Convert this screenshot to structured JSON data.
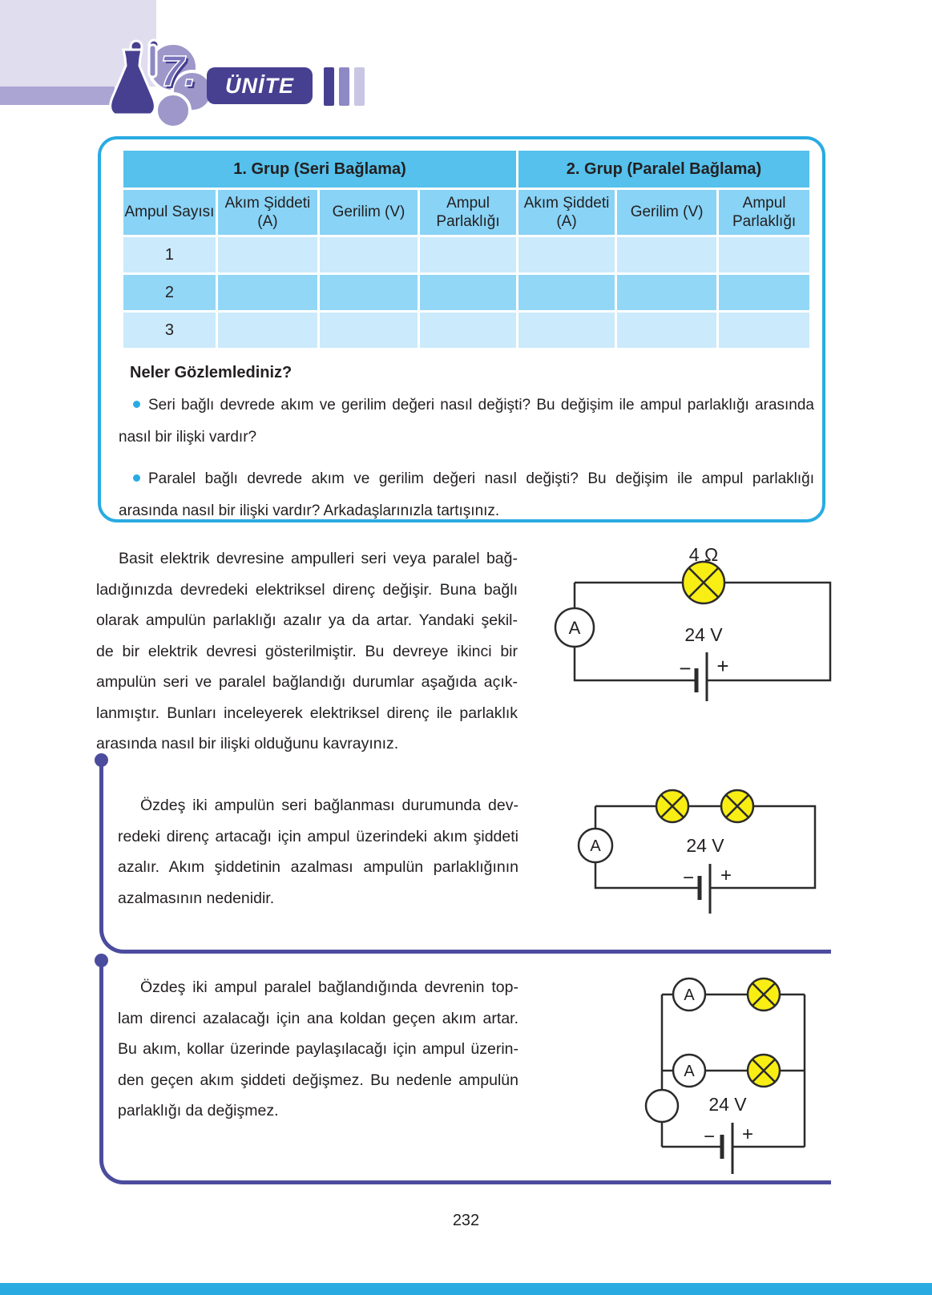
{
  "page": {
    "unit_number": "7.",
    "unit_label": "ÜNİTE",
    "page_number": "232"
  },
  "table": {
    "group_headers": [
      {
        "label": "1. Grup (Seri Bağlama)"
      },
      {
        "label": "2. Grup (Paralel Bağlama)"
      }
    ],
    "column_headers": [
      "Ampul Sayısı",
      "Akım Şiddeti (A)",
      "Gerilim (V)",
      "Ampul Parlaklığı",
      "Akım Şiddeti (A)",
      "Gerilim (V)",
      "Ampul Parlaklığı"
    ],
    "rows": [
      {
        "ampul_sayisi": "1"
      },
      {
        "ampul_sayisi": "2"
      },
      {
        "ampul_sayisi": "3"
      }
    ]
  },
  "observation": {
    "heading": "Neler Gözlemlediniz?",
    "bullets": [
      {
        "line1": "Seri bağlı devrede akım ve gerilim değeri nasıl değişti? Bu değişim ile ampul parlaklığı arasında",
        "line2": "nasıl bir ilişki vardır?"
      },
      {
        "line1": "Paralel bağlı devrede akım ve gerilim değeri nasıl değişti? Bu değişim ile ampul parlaklığı",
        "line2": "arasında nasıl bir ilişki vardır? Arkadaşlarınızla tartışınız."
      }
    ]
  },
  "paragraphs": {
    "intro": {
      "lines": [
        "Basit elektrik devresine ampulleri seri veya paralel bağ-",
        "ladığınızda devredeki elektriksel direnç değişir. Buna bağlı",
        "olarak ampulün parlaklığı azalır ya da artar. Yandaki şekil-",
        "de bir elektrik devresi gösterilmiştir. Bu devreye ikinci bir",
        "ampulün seri ve paralel bağlandığı durumlar aşağıda açık-",
        "lanmıştır. Bunları inceleyerek elektriksel direnç ile parlaklık",
        "arasında nasıl bir ilişki olduğunu kavrayınız."
      ]
    },
    "series": {
      "lines": [
        "Özdeş iki ampulün seri bağlanması durumunda dev-",
        "redeki direnç artacağı için ampul üzerindeki akım şiddeti",
        "azalır. Akım şiddetinin azalması ampulün parlaklığının",
        "azalmasının nedenidir."
      ]
    },
    "parallel": {
      "lines": [
        "Özdeş iki ampul paralel bağlandığında devrenin top-",
        "lam direnci azalacağı için ana koldan geçen akım artar.",
        "Bu akım, kollar üzerinde paylaşılacağı için ampul üzerin-",
        "den geçen akım şiddeti değişmez. Bu nedenle ampulün",
        "parlaklığı da değişmez."
      ]
    }
  },
  "circuits": {
    "single": {
      "resistance": "4 Ω",
      "voltage": "24 V",
      "ammeter": "A",
      "minus": "−",
      "plus": "+"
    },
    "series": {
      "voltage": "24 V",
      "ammeter": "A",
      "minus": "−",
      "plus": "+"
    },
    "parallel": {
      "voltage": "24 V",
      "ammeter_top": "A",
      "ammeter_bottom": "A",
      "minus": "−",
      "plus": "+"
    }
  },
  "colors": {
    "accent_cyan": "#29abe2",
    "table_group_header": "#55c1ec",
    "table_column_header": "#88d3f6",
    "table_row_light": "#cbeafb",
    "table_row_medium": "#93d7f7",
    "purple_dark": "#474090",
    "bracket_purple": "#4c4c9e",
    "lamp_yellow": "#f9ee14"
  }
}
